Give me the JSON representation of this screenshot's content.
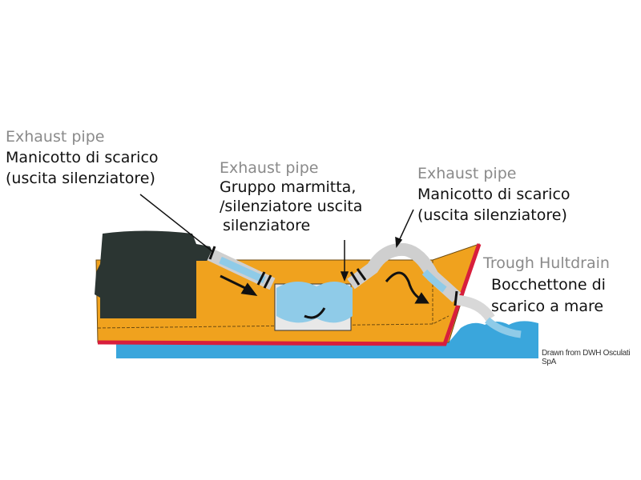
{
  "labels": [
    {
      "en": "Exhaust pipe",
      "it1": "Manicotto di scarico",
      "it2": "(uscita silenziatore)"
    },
    {
      "en": "Exhaust pipe",
      "it1": "Gruppo marmitta,",
      "it2": "/silenziatore uscita",
      "it3": "silenziatore"
    },
    {
      "en": "Exhaust pipe",
      "it1": "Manicotto di scarico",
      "it2": "(uscita silenziatore)"
    },
    {
      "en": "Trough Hultdrain",
      "it1": "Bocchettone di",
      "it2": "scarico a mare"
    }
  ],
  "credit": "Drawn from DWH Osculati SpA",
  "colors": {
    "hull": "#f0a21e",
    "hull_line": "#d81e3c",
    "water": "#3aa6dc",
    "engine": "#2b3532",
    "pipe": "#d8d8d8",
    "exhaust_water": "#8fcbe8"
  }
}
